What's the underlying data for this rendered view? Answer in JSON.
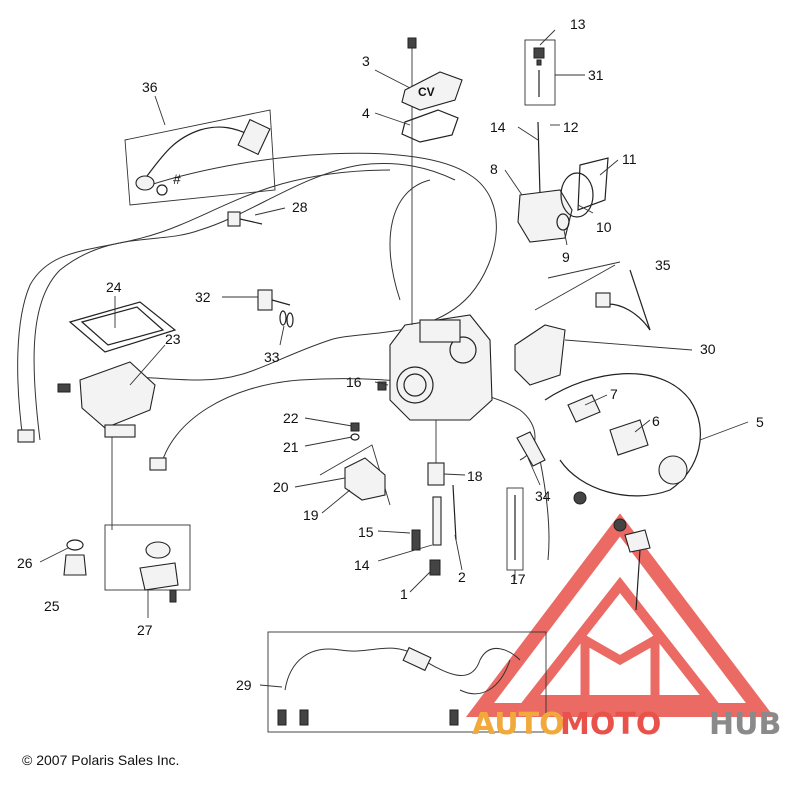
{
  "diagram": {
    "callouts": [
      {
        "id": "c1",
        "label": "1"
      },
      {
        "id": "c2",
        "label": "2"
      },
      {
        "id": "c3",
        "label": "3"
      },
      {
        "id": "c4",
        "label": "4"
      },
      {
        "id": "c5",
        "label": "5"
      },
      {
        "id": "c6",
        "label": "6"
      },
      {
        "id": "c7",
        "label": "7"
      },
      {
        "id": "c8",
        "label": "8"
      },
      {
        "id": "c9",
        "label": "9"
      },
      {
        "id": "c10",
        "label": "10"
      },
      {
        "id": "c11",
        "label": "11"
      },
      {
        "id": "c12",
        "label": "12"
      },
      {
        "id": "c13",
        "label": "13"
      },
      {
        "id": "c14a",
        "label": "14"
      },
      {
        "id": "c14b",
        "label": "14"
      },
      {
        "id": "c15",
        "label": "15"
      },
      {
        "id": "c16",
        "label": "16"
      },
      {
        "id": "c17",
        "label": "17"
      },
      {
        "id": "c18",
        "label": "18"
      },
      {
        "id": "c19",
        "label": "19"
      },
      {
        "id": "c20",
        "label": "20"
      },
      {
        "id": "c21",
        "label": "21"
      },
      {
        "id": "c22",
        "label": "22"
      },
      {
        "id": "c23",
        "label": "23"
      },
      {
        "id": "c24",
        "label": "24"
      },
      {
        "id": "c25",
        "label": "25"
      },
      {
        "id": "c26",
        "label": "26"
      },
      {
        "id": "c27",
        "label": "27"
      },
      {
        "id": "c28",
        "label": "28"
      },
      {
        "id": "c29",
        "label": "29"
      },
      {
        "id": "c30",
        "label": "30"
      },
      {
        "id": "c31",
        "label": "31"
      },
      {
        "id": "c32",
        "label": "32"
      },
      {
        "id": "c33",
        "label": "33"
      },
      {
        "id": "c34",
        "label": "34"
      },
      {
        "id": "c35",
        "label": "35"
      },
      {
        "id": "c36",
        "label": "36"
      }
    ],
    "hash_mark": "#",
    "carb_mark": "CV"
  },
  "footer": {
    "copyright": "© 2007 Polaris Sales Inc."
  },
  "watermark": {
    "text_part1": "AUTO",
    "text_part2": "MOTO",
    "text_part3": "HUB",
    "colors": {
      "triangle": "#e8524a",
      "orange": "#f2a93b",
      "red": "#e8524a",
      "gray": "#8a8a8a"
    }
  }
}
